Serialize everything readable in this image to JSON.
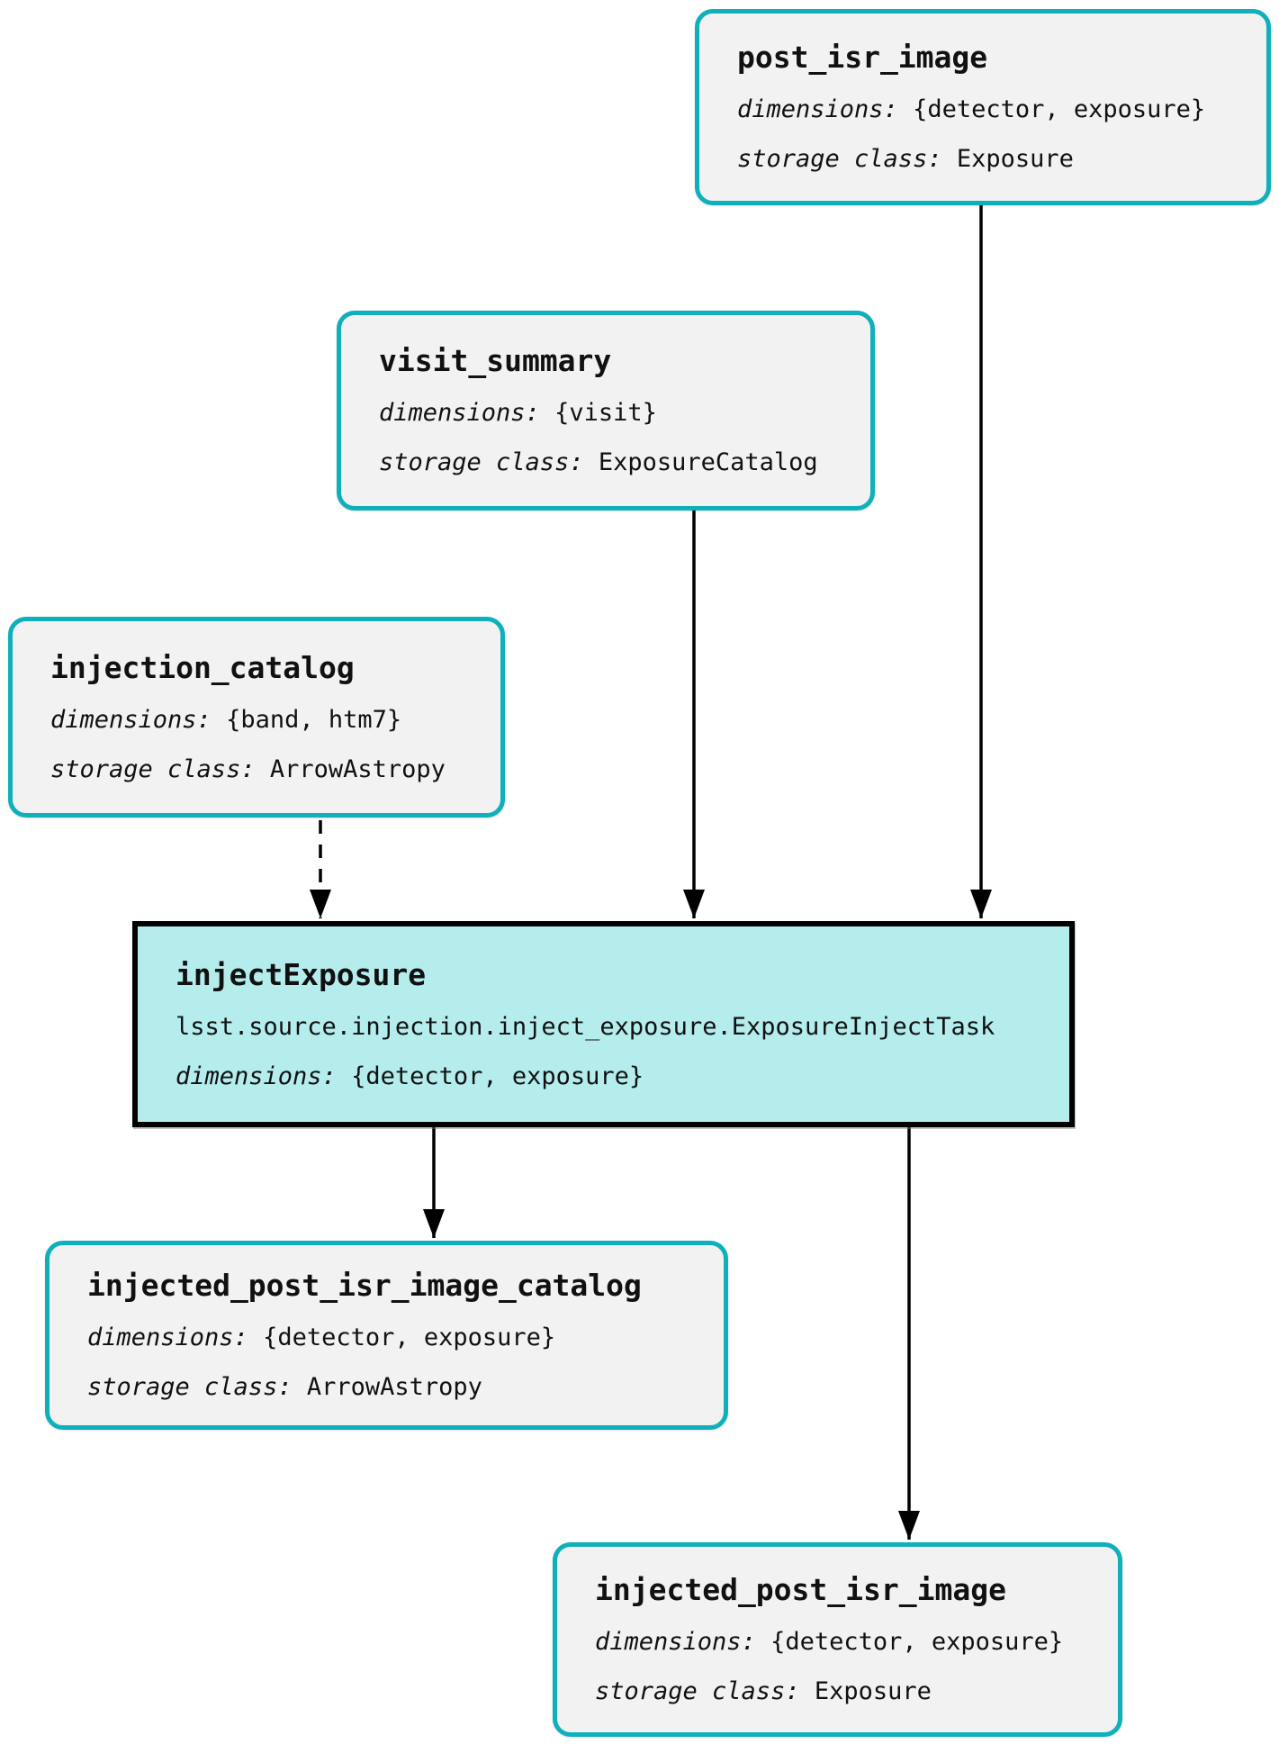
{
  "diagram": {
    "kind": "pipeline-task-graph",
    "colors": {
      "dataset_border": "#0fb0bc",
      "dataset_fill": "#f2f2f2",
      "task_border": "#000000",
      "task_fill": "#b4edec",
      "edge": "#000000",
      "text": "#111111",
      "background": "#ffffff"
    }
  },
  "labels": {
    "dimensions": "dimensions:",
    "storage_class": "storage class:"
  },
  "nodes": {
    "post_isr_image": {
      "type": "dataset",
      "title": "post_isr_image",
      "dimensions": "{detector, exposure}",
      "storage_class": "Exposure"
    },
    "visit_summary": {
      "type": "dataset",
      "title": "visit_summary",
      "dimensions": "{visit}",
      "storage_class": "ExposureCatalog"
    },
    "injection_catalog": {
      "type": "dataset",
      "title": "injection_catalog",
      "dimensions": "{band, htm7}",
      "storage_class": "ArrowAstropy"
    },
    "injectExposure": {
      "type": "task",
      "title": "injectExposure",
      "task_class": "lsst.source.injection.inject_exposure.ExposureInjectTask",
      "dimensions": "{detector, exposure}"
    },
    "injected_post_isr_image_catalog": {
      "type": "dataset",
      "title": "injected_post_isr_image_catalog",
      "dimensions": "{detector, exposure}",
      "storage_class": "ArrowAstropy"
    },
    "injected_post_isr_image": {
      "type": "dataset",
      "title": "injected_post_isr_image",
      "dimensions": "{detector, exposure}",
      "storage_class": "Exposure"
    }
  },
  "edges": [
    {
      "from": "injection_catalog",
      "to": "injectExposure",
      "style": "dashed"
    },
    {
      "from": "visit_summary",
      "to": "injectExposure",
      "style": "solid"
    },
    {
      "from": "post_isr_image",
      "to": "injectExposure",
      "style": "solid"
    },
    {
      "from": "injectExposure",
      "to": "injected_post_isr_image_catalog",
      "style": "solid"
    },
    {
      "from": "injectExposure",
      "to": "injected_post_isr_image",
      "style": "solid"
    }
  ]
}
